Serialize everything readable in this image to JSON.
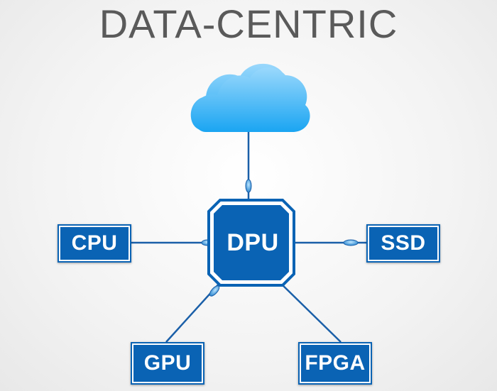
{
  "title": "DATA-CENTRIC",
  "nodes": {
    "center": "DPU",
    "left": "CPU",
    "right": "SSD",
    "bottom_left": "GPU",
    "bottom_right": "FPGA"
  },
  "colors": {
    "node_fill": "#0a63b4",
    "link": "#1a5fa8",
    "cloud_top": "#8fd3fb",
    "cloud_bottom": "#1fa8f3",
    "title": "#5a5a5a"
  },
  "icons": {
    "cloud": "cloud-icon"
  }
}
